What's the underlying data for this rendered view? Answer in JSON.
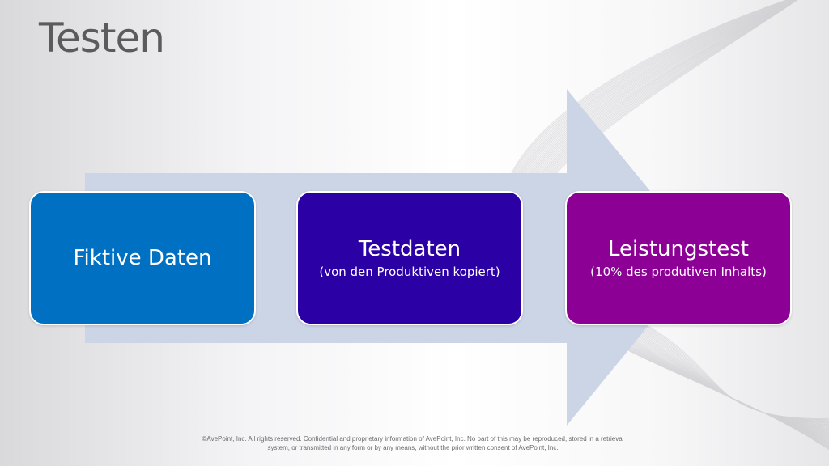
{
  "slide": {
    "title": "Testen"
  },
  "process": {
    "steps": [
      {
        "label": "Fiktive Daten",
        "note": ""
      },
      {
        "label": "Testdaten",
        "note": "(von den Produktiven kopiert)"
      },
      {
        "label": "Leistungstest",
        "note": "(10% des produtiven Inhalts)"
      }
    ],
    "colors": {
      "step1": "#0070c2",
      "step2": "#2b00a4",
      "step3": "#8c0096",
      "arrow": "#ccd5e6"
    }
  },
  "footer": {
    "line1": "©AvePoint, Inc. All rights reserved. Confidential and proprietary information of AvePoint, Inc. No part of this may be reproduced, stored in a retrieval",
    "line2": "system, or transmitted in any form or by any means, without the prior written consent of AvePoint, Inc."
  }
}
